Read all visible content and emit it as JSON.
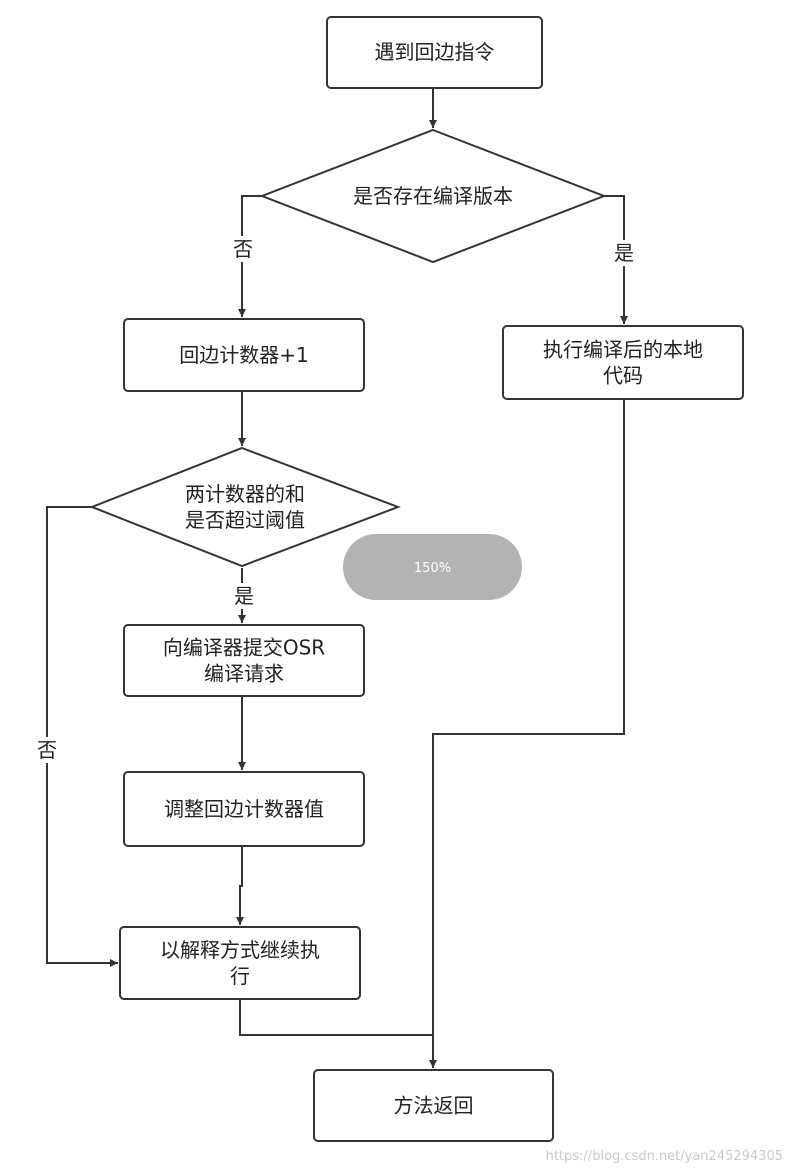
{
  "flowchart": {
    "nodes": {
      "start": {
        "shape": "process",
        "lines": [
          "遇到回边指令"
        ]
      },
      "check_compiled": {
        "shape": "decision",
        "lines": [
          "是否存在编译版本"
        ]
      },
      "increment_counter": {
        "shape": "process",
        "lines": [
          "回边计数器+1"
        ]
      },
      "execute_native": {
        "shape": "process",
        "lines": [
          "执行编译后的本地",
          "代码"
        ]
      },
      "check_threshold": {
        "shape": "decision",
        "lines": [
          "两计数器的和",
          "是否超过阈值"
        ]
      },
      "submit_osr": {
        "shape": "process",
        "lines": [
          "向编译器提交OSR",
          "编译请求"
        ]
      },
      "adjust_counter": {
        "shape": "process",
        "lines": [
          "调整回边计数器值"
        ]
      },
      "interpret": {
        "shape": "process",
        "lines": [
          "以解释方式继续执",
          "行"
        ]
      },
      "return": {
        "shape": "process",
        "lines": [
          "方法返回"
        ]
      }
    },
    "edge_labels": {
      "compiled_no": "否",
      "compiled_yes": "是",
      "threshold_yes": "是",
      "threshold_no": "否"
    }
  },
  "zoom_indicator": {
    "label": "150%",
    "color": "#b3b3b3"
  },
  "watermark": {
    "text": "https://blog.csdn.net/yan245294305"
  },
  "colors": {
    "line": "#333333",
    "text": "#222222"
  }
}
